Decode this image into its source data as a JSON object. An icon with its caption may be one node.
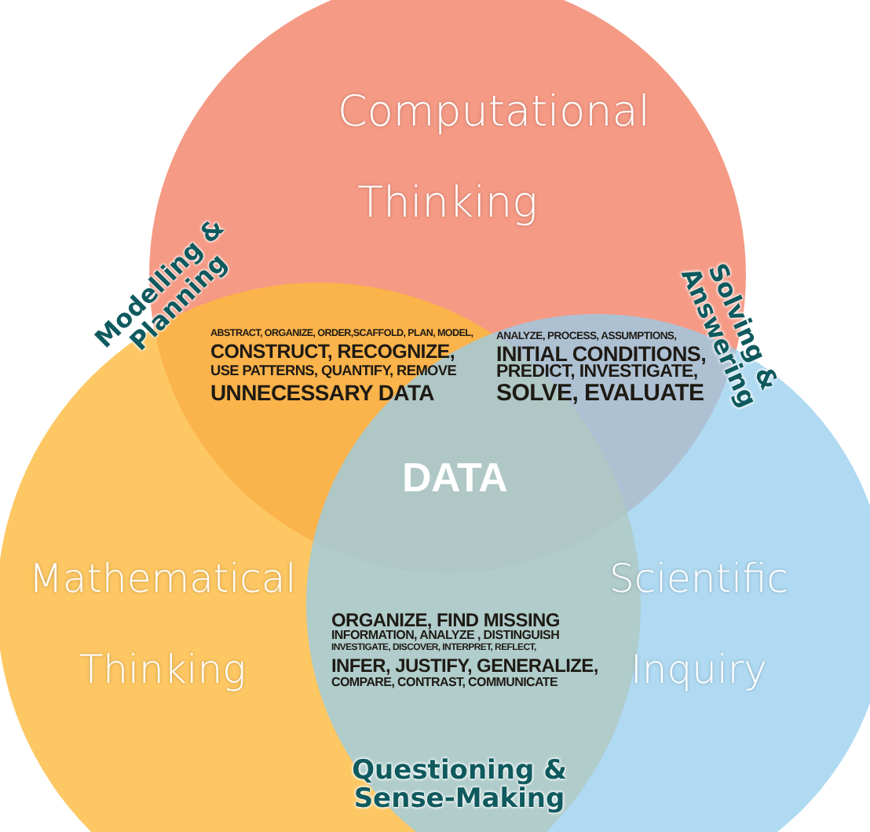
{
  "diagram": {
    "nodes": [
      {
        "text": [
          "Computational Thinking"
        ]
      },
      {
        "text": [
          "Mathematical Thinking"
        ]
      },
      {
        "text": [
          "Scientific Inquiry"
        ]
      }
    ],
    "labels": [
      "Modelling & Planning",
      "Solving & Answering",
      "ABSTRACT, ORGANIZE, ORDER,SCAFFOLD, PLAN, MODEL,",
      "CONSTRUCT, RECOGNIZE,",
      "USE PATTERNS, QUANTIFY, REMOVE",
      "UNNECESSARY DATA",
      "ANALYZE, PROCESS, ASSUMPTIONS,",
      "INITIAL CONDITIONS,",
      "PREDICT, INVESTIGATE,",
      "SOLVE, EVALUATE",
      "DATA",
      "ORGANIZE, FIND MISSING",
      "INFORMATION, ANALYZE , DISTINGUISH",
      "INVESTIGATE, DISCOVER, INTERPRET, REFLECT,",
      "INFER, JUSTIFY, GENERALIZE,",
      "COMPARE, CONTRAST, COMMUNICATE",
      "Questioning & Sense-Making"
    ]
  }
}
